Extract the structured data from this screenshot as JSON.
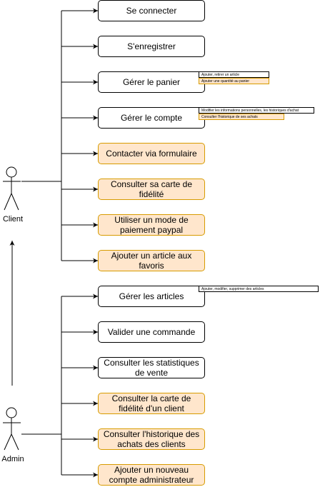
{
  "client": {
    "label": "Client",
    "use_cases": [
      {
        "label": "Se connecter",
        "highlight": false
      },
      {
        "label": "S'enregistrer",
        "highlight": false
      },
      {
        "label": "Gérer le panier",
        "highlight": false
      },
      {
        "label": "Gérer le compte",
        "highlight": false
      },
      {
        "label": "Contacter via formulaire",
        "highlight": true
      },
      {
        "label": "Consulter sa carte de fidélité",
        "highlight": true
      },
      {
        "label": "Utiliser un mode de paiement paypal",
        "highlight": true
      },
      {
        "label": "Ajouter un article aux favoris",
        "highlight": true
      }
    ],
    "notes": {
      "panier": [
        "Ajouter, retirer un article",
        "Ajouter une quantité au panier"
      ],
      "compte": [
        "Modifier les informations personnelles, les historiques d'achat",
        "Consulter l'historique de ses achats"
      ]
    }
  },
  "admin": {
    "label": "Admin",
    "use_cases": [
      {
        "label": "Gérer les articles",
        "highlight": false
      },
      {
        "label": "Valider une commande",
        "highlight": false
      },
      {
        "label": "Consulter les statistiques de vente",
        "highlight": false
      },
      {
        "label": "Consulter la carte de fidélité d'un client",
        "highlight": true
      },
      {
        "label": "Consulter l'historique des achats des clients",
        "highlight": true
      },
      {
        "label": "Ajouter un nouveau compte administrateur",
        "highlight": true
      }
    ],
    "notes": {
      "articles": [
        "Ajouter, modifier, supprimer des articles"
      ]
    }
  },
  "colors": {
    "highlight_fill": "#ffe6cc",
    "highlight_stroke": "#d79b00",
    "line": "#000000"
  }
}
